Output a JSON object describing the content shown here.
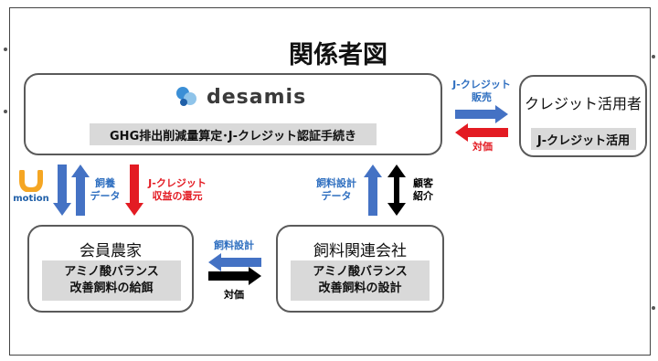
{
  "title": "関係者図",
  "desamis": {
    "logo_text": "desamis",
    "process_label": "GHG排出削減量算定･J-クレジット認証手続き"
  },
  "credit_user": {
    "label": "クレジット活用者",
    "sub_label": "J-クレジット活用"
  },
  "member_farmer": {
    "label": "会員農家",
    "line1": "アミノ酸バランス",
    "line2": "改善飼料の給餌"
  },
  "feed_company": {
    "label": "飼料関連会社",
    "line1": "アミノ酸バランス",
    "line2": "改善飼料の設計"
  },
  "flows": {
    "credit_sale_line1": "J-クレジット",
    "credit_sale_line2": "販売",
    "credit_payment": "対価",
    "feeding_data_line1": "飼養",
    "feeding_data_line2": "データ",
    "revenue_line1": "J-クレジット",
    "revenue_line2": "収益の還元",
    "feed_design_data_line1": "飼料設計",
    "feed_design_data_line2": "データ",
    "customer_line1": "顧客",
    "customer_line2": "紹介",
    "feed_design": "飼料設計",
    "payment": "対価"
  },
  "motion_logo": {
    "letter": "U",
    "text": "motion"
  },
  "colors": {
    "blue_arrow": "#4472c4",
    "red_arrow": "#e31b23",
    "black_arrow": "#000000",
    "logo_blue": "#3b8fd6",
    "motion_orange": "#f5a623"
  }
}
